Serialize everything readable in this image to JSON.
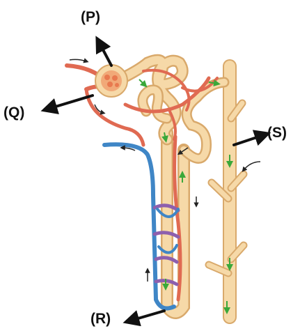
{
  "labels": {
    "p": "(P)",
    "q": "(Q)",
    "r": "(R)",
    "s": "(S)"
  },
  "colors": {
    "tubule_fill": "#f6d9a8",
    "tubule_edge": "#d9a96b",
    "artery": "#e06a52",
    "vein": "#3f86c6",
    "capillary_mix": "#8d5fae",
    "glomerulus": "#f0a070",
    "flow_arrow_green": "#3aa83a",
    "flow_arrow_black": "#222222",
    "pointer": "#111111"
  }
}
